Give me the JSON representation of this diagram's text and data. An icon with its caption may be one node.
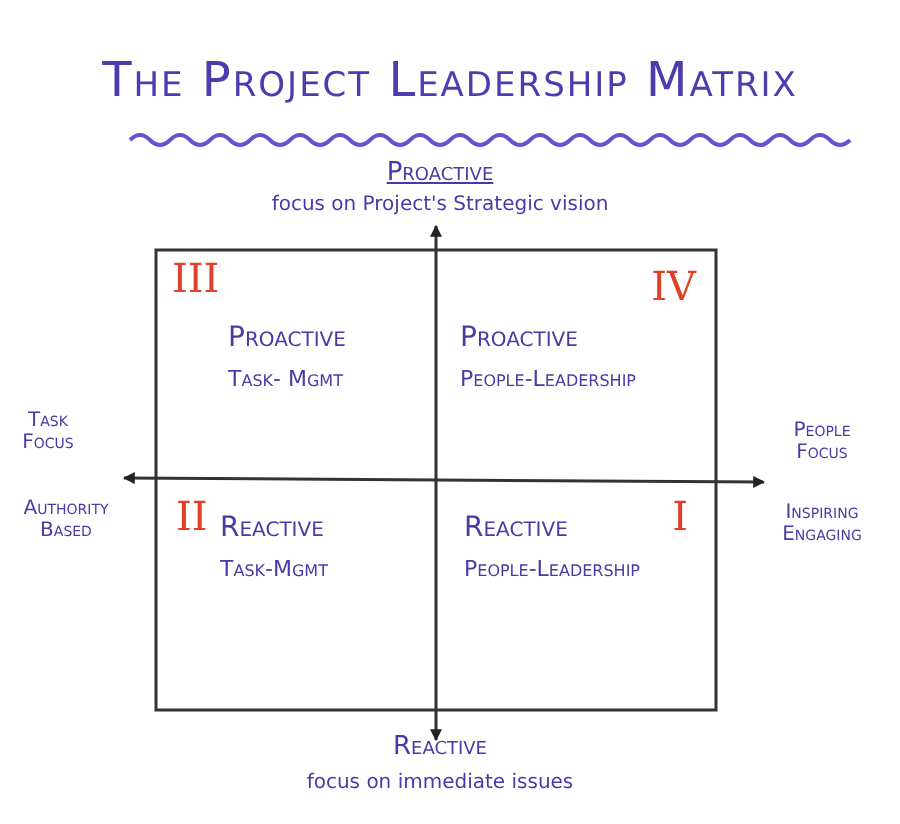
{
  "diagram": {
    "title": "The Project Leadership Matrix",
    "nodes": [
      {
        "text": [
          "III",
          "Proactive",
          "Task- Mgmt"
        ]
      },
      {
        "text": [
          "IV",
          "Proactive",
          "People-Leadership"
        ]
      },
      {
        "text": [
          "II",
          "Reactive",
          "Task-Mgmt"
        ]
      },
      {
        "text": [
          "Reactive",
          "I",
          "People-Leadership"
        ]
      }
    ],
    "edges": [],
    "labels": [
      "Proactive",
      "focus on Project's Strategic vision",
      "Task Focus",
      "Authority Based",
      "People Focus",
      "Inspiring Engaging",
      "Reactive",
      "focus on immediate issues"
    ]
  }
}
